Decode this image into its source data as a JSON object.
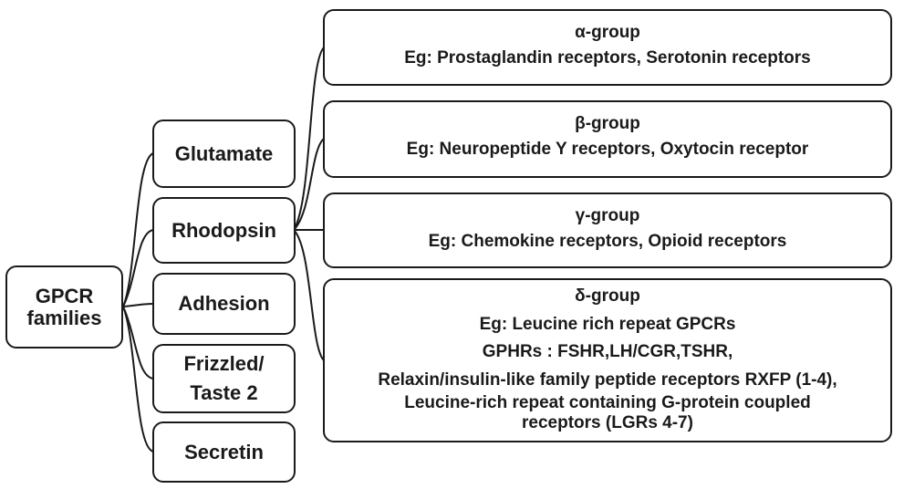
{
  "root": {
    "line1": "GPCR",
    "line2": "families"
  },
  "families": {
    "glutamate": "Glutamate",
    "rhodopsin": "Rhodopsin",
    "adhesion": "Adhesion",
    "frizzled_line1": "Frizzled/",
    "frizzled_line2": "Taste 2",
    "secretin": "Secretin"
  },
  "groups": {
    "alpha": {
      "title": "α-group",
      "example": "Eg: Prostaglandin receptors, Serotonin receptors"
    },
    "beta": {
      "title": "β-group",
      "example": "Eg: Neuropeptide Y receptors, Oxytocin receptor"
    },
    "gamma": {
      "title": "γ-group",
      "example": "Eg: Chemokine receptors, Opioid receptors"
    },
    "delta": {
      "title": "δ-group",
      "example": "Eg: Leucine rich repeat GPCRs",
      "gphrs": "GPHRs : FSHR,LH/CGR,TSHR,",
      "relaxin": "Relaxin/insulin-like family peptide receptors RXFP (1-4),",
      "lgr_line1": "Leucine-rich repeat containing G-protein coupled",
      "lgr_line2": "receptors (LGRs 4-7)"
    }
  },
  "colors": {
    "stroke": "#1a1a1a",
    "background": "#ffffff"
  }
}
